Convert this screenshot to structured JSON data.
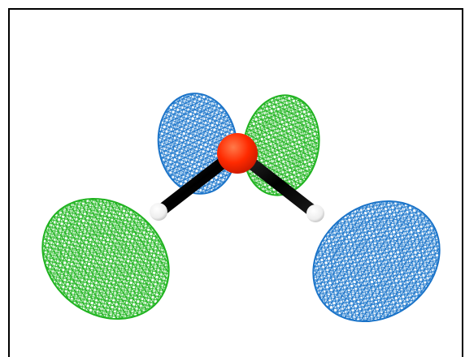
{
  "molecule": {
    "atoms": [
      {
        "element": "O",
        "color": "#ff2a00"
      },
      {
        "element": "H",
        "color": "#ffffff"
      },
      {
        "element": "H",
        "color": "#ffffff"
      }
    ],
    "bond_color": "#000000",
    "orbital_lobes": [
      {
        "phase": "positive",
        "color": "#1fb21f"
      },
      {
        "phase": "negative",
        "color": "#1a72c7"
      }
    ]
  },
  "colors": {
    "background": "#ffffff",
    "frame": "#000000"
  }
}
